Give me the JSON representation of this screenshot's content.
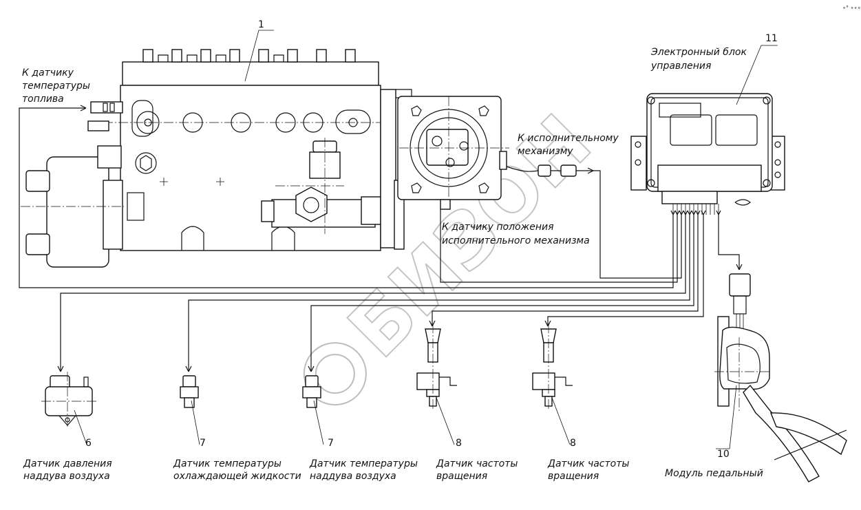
{
  "labels": {
    "fuel_temp": [
      "К датчику",
      "температуры",
      "топлива"
    ],
    "actuator": [
      "К исполнительному",
      "механизму"
    ],
    "actuator_pos": [
      "К датчику положения",
      "исполнительного механизма"
    ],
    "ecu": [
      "Электронный блок",
      "управления"
    ],
    "boost_pressure": [
      "Датчик давления",
      "наддува воздуха"
    ],
    "coolant_temp": [
      "Датчик температуры",
      "охлаждающей жидкости"
    ],
    "air_temp": [
      "Датчик температуры",
      "наддува воздуха"
    ],
    "speed_sensor_1": [
      "Датчик частоты",
      "вращения"
    ],
    "speed_sensor_2": [
      "Датчик частоты",
      "вращения"
    ],
    "pedal": [
      "Модуль педальный"
    ]
  },
  "callouts": {
    "pump": "1",
    "ecu": "11",
    "boost_pressure": "6",
    "coolant_temp": "7",
    "air_temp": "7",
    "speed_1": "8",
    "speed_2": "8",
    "pedal": "10"
  },
  "watermark": "БИЗОН",
  "corner_mark": "∘° ∘∘∘"
}
